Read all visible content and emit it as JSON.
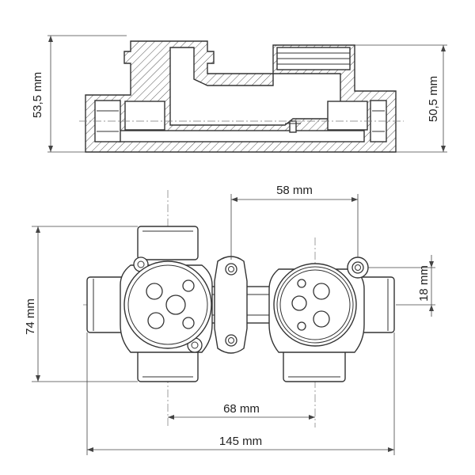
{
  "drawing": {
    "side_view": {
      "height_left": "53,5 mm",
      "height_right": "50,5 mm"
    },
    "top_view": {
      "spacing_top": "58 mm",
      "height_left": "74 mm",
      "offset_right": "18 mm",
      "center_distance": "68 mm",
      "overall_width": "145 mm"
    }
  }
}
